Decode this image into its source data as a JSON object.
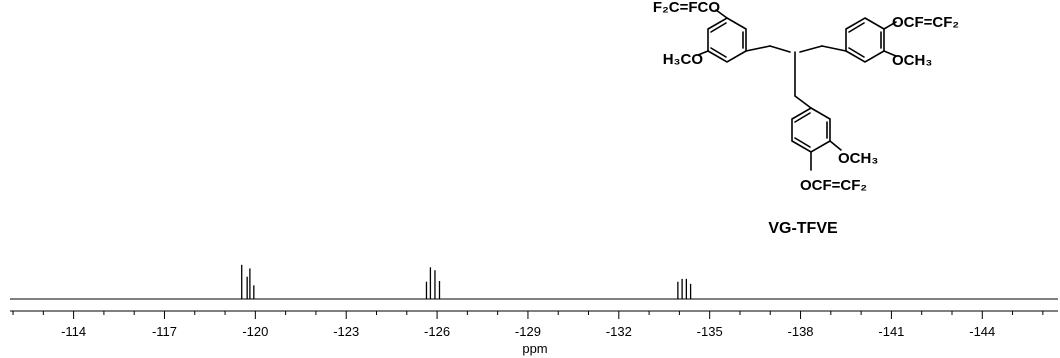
{
  "chart_data": {
    "type": "line",
    "title": "",
    "xlabel": "ppm",
    "ylabel": "",
    "x_reversed": true,
    "xlim": [
      -111.9,
      -146.5
    ],
    "major_ticks": [
      -114,
      -117,
      -120,
      -123,
      -126,
      -129,
      -132,
      -135,
      -138,
      -141,
      -144
    ],
    "minor_tick_step": 1,
    "grid": false,
    "series": [
      {
        "peaks": [
          {
            "ppm": -119.95,
            "intensity": 0.38
          },
          {
            "ppm": -119.82,
            "intensity": 0.85
          },
          {
            "ppm": -119.73,
            "intensity": 0.62
          },
          {
            "ppm": -119.55,
            "intensity": 0.95
          },
          {
            "ppm": -125.78,
            "intensity": 0.88
          },
          {
            "ppm": -125.93,
            "intensity": 0.8
          },
          {
            "ppm": -126.08,
            "intensity": 0.5
          },
          {
            "ppm": -125.65,
            "intensity": 0.48
          },
          {
            "ppm": -133.95,
            "intensity": 0.48
          },
          {
            "ppm": -134.09,
            "intensity": 0.56
          },
          {
            "ppm": -134.23,
            "intensity": 0.56
          },
          {
            "ppm": -134.37,
            "intensity": 0.42
          }
        ]
      }
    ]
  },
  "structure": {
    "compound_name": "VG-TFVE",
    "labels": {
      "top_left_ether": "F₂C=FCO",
      "left_methoxy": "H₃CO",
      "top_right_ether": "OCF=CF₂",
      "right_methoxy": "OCH₃",
      "bottom_methoxy": "OCH₃",
      "bottom_ether": "OCF=CF₂"
    }
  }
}
